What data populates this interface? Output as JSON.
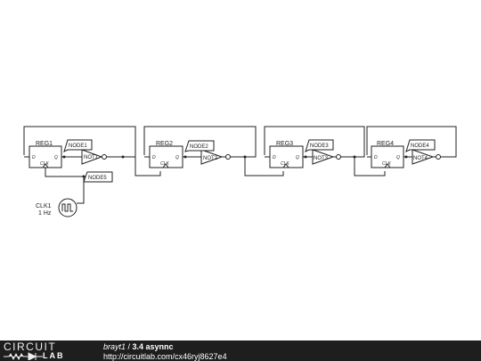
{
  "registers": [
    {
      "name": "REG1",
      "d": "D",
      "q": "Q",
      "clk": "CLK"
    },
    {
      "name": "REG2",
      "d": "D",
      "q": "Q",
      "clk": "CLK"
    },
    {
      "name": "REG3",
      "d": "D",
      "q": "Q",
      "clk": "CLK"
    },
    {
      "name": "REG4",
      "d": "D",
      "q": "Q",
      "clk": "CLK"
    }
  ],
  "gates": [
    "NOT1",
    "NOT2",
    "NOT3",
    "NOT4"
  ],
  "nodes": [
    "NODE1",
    "NODE2",
    "NODE3",
    "NODE4",
    "NODE5"
  ],
  "clock": {
    "name": "CLK1",
    "freq": "1 Hz"
  },
  "footer": {
    "logo_top": "CIRCUIT",
    "logo_lab": "LAB",
    "user": "brayt1",
    "separator": " / ",
    "title": "3.4 asynnc",
    "url": "http://circuitlab.com/cx46ryj8627e4"
  }
}
